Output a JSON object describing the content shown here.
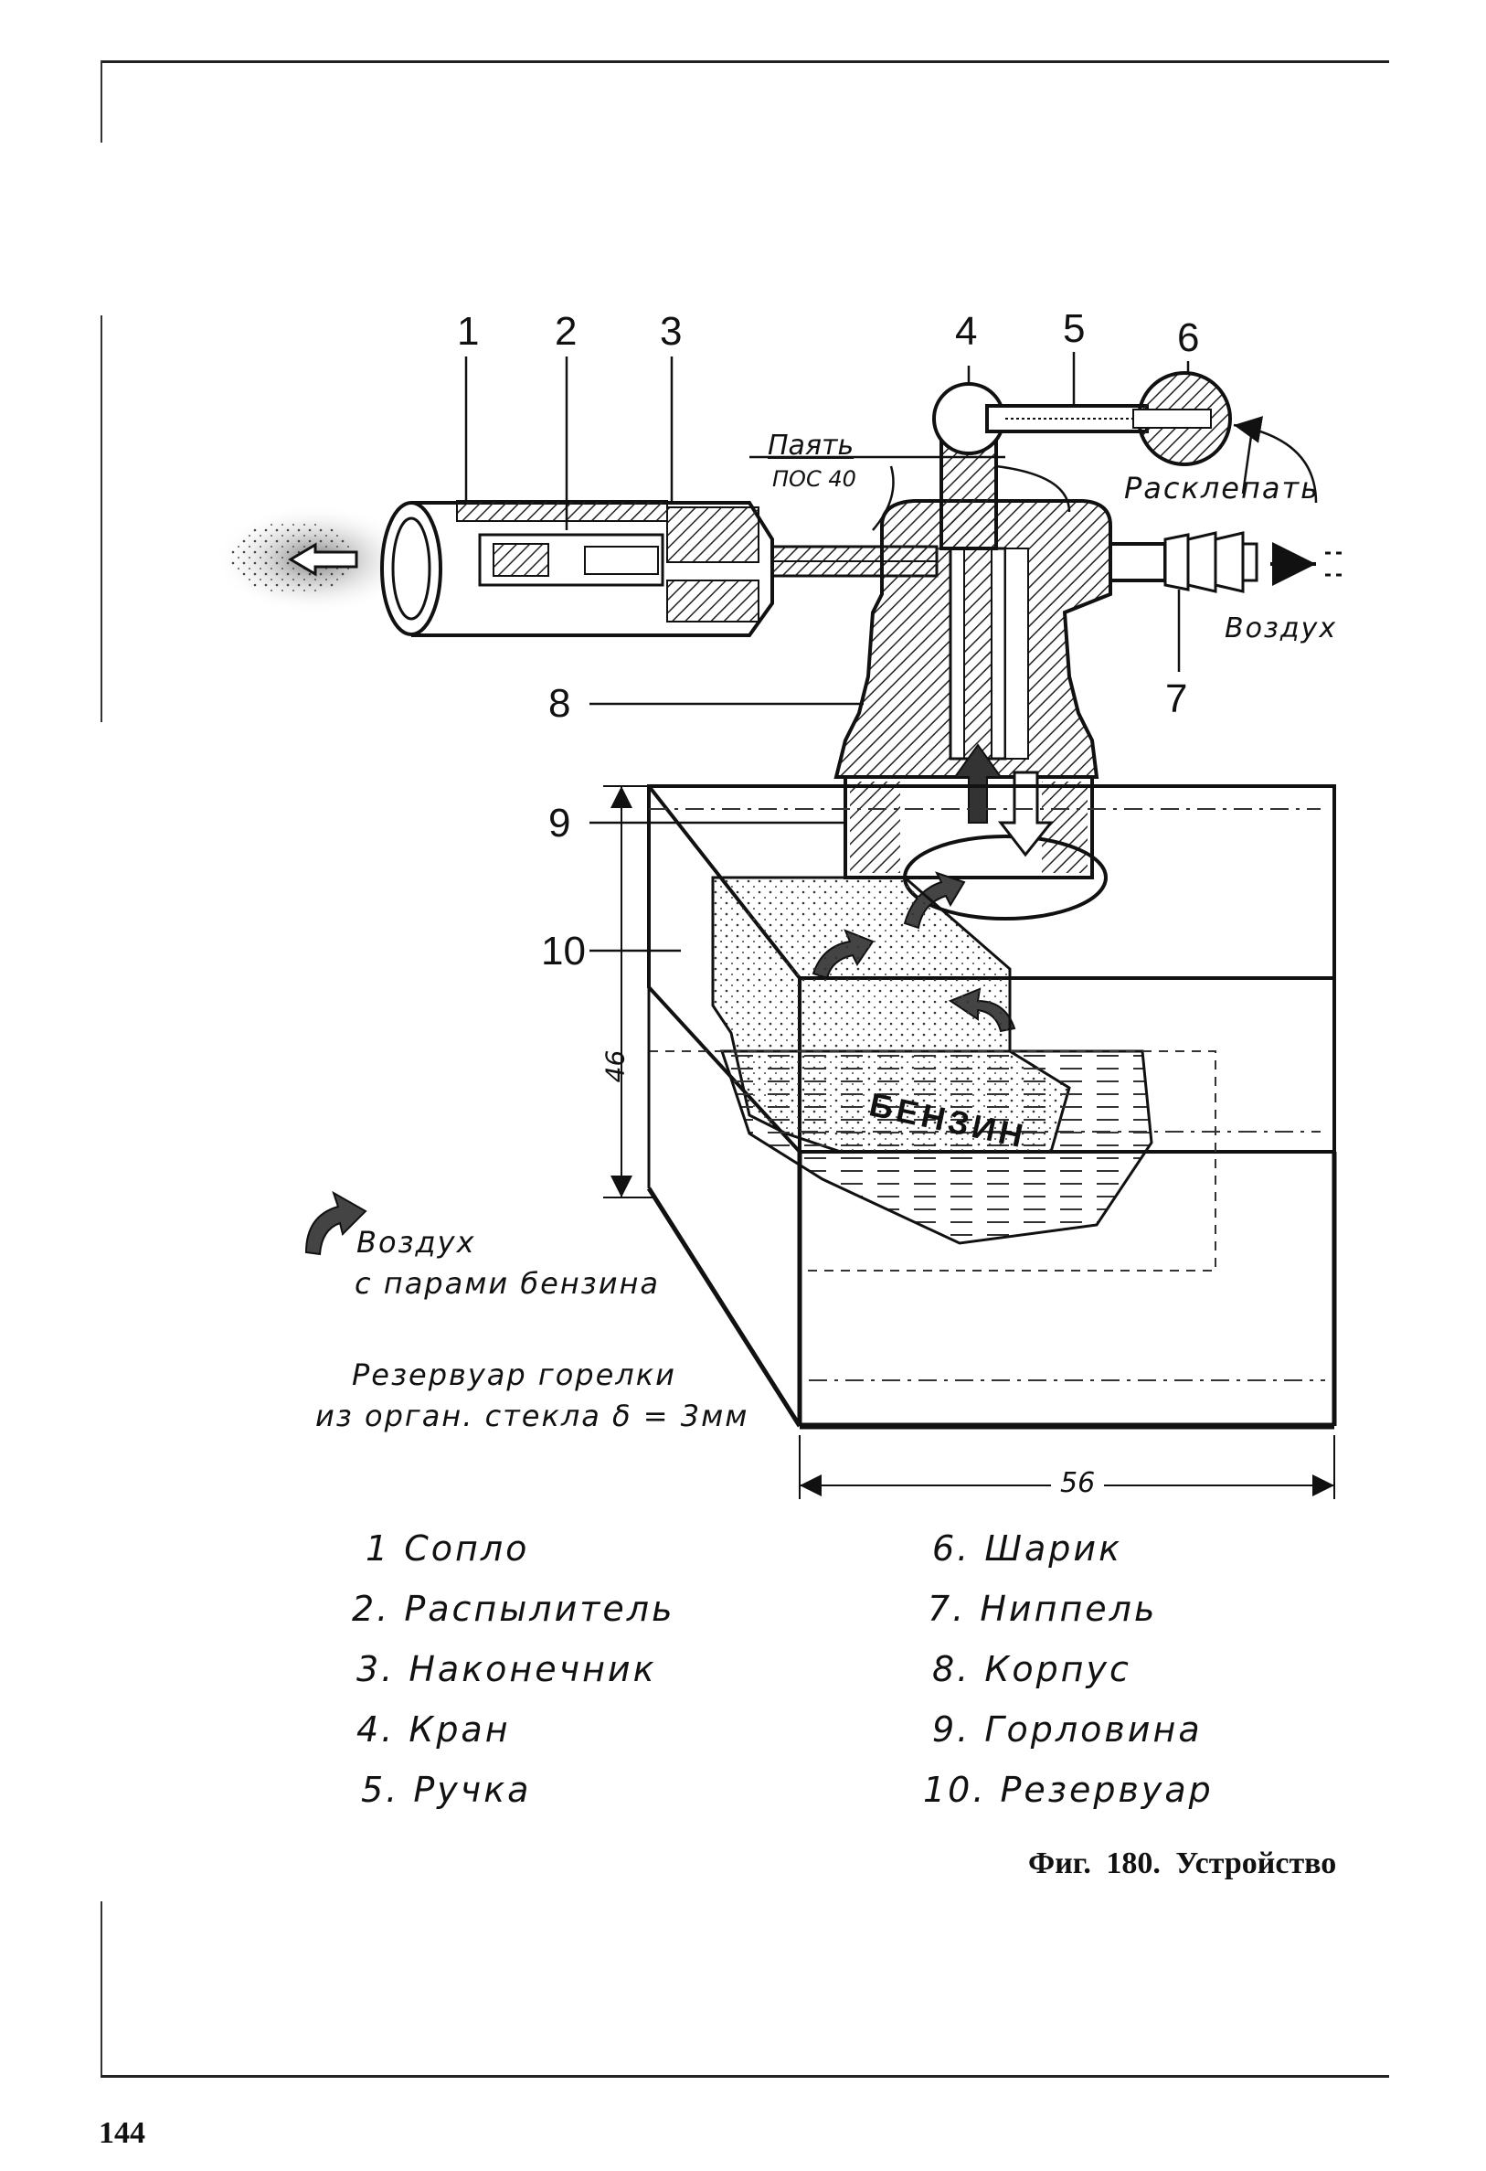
{
  "part_numbers": {
    "n1": "1",
    "n2": "2",
    "n3": "3",
    "n4": "4",
    "n5": "5",
    "n6": "6",
    "n7": "7",
    "n8": "8",
    "n9": "9",
    "n10": "10"
  },
  "annotations": {
    "solder_title": "Паять",
    "solder_grade": "ПОС 40",
    "rivet": "Расклепать",
    "air": "Воздух",
    "fuel": "БЕНЗИН",
    "dim_height": "46",
    "dim_width": "56",
    "air_fumes_line1": "Воздух",
    "air_fumes_line2": "с парами бензина",
    "tank_line1": "Резервуар горелки",
    "tank_line2": "из орган. стекла δ = 3мм"
  },
  "legend": {
    "left": [
      "1 Сопло",
      "2. Распылитель",
      "3. Наконечник",
      "4. Кран",
      "5. Ручка"
    ],
    "right": [
      "6. Шарик",
      "7. Ниппель",
      "8. Корпус",
      "9. Горловина",
      "10. Резервуар"
    ]
  },
  "caption": "Фиг. 180. Устройство",
  "page_number": "144"
}
